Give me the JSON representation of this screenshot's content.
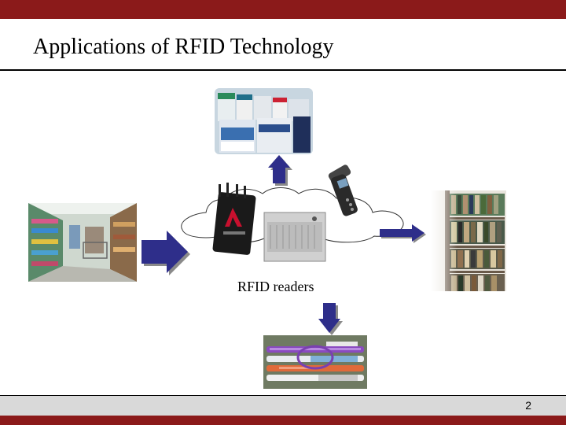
{
  "slide": {
    "title": "Applications of RFID Technology",
    "caption": "RFID readers",
    "page_number": "2"
  },
  "colors": {
    "top_bar": "#8b1a1a",
    "bottom_band": "#d9d9d9",
    "arrow_fill": "#2e2e8a",
    "arrow_shadow": "#8a8a8a"
  }
}
